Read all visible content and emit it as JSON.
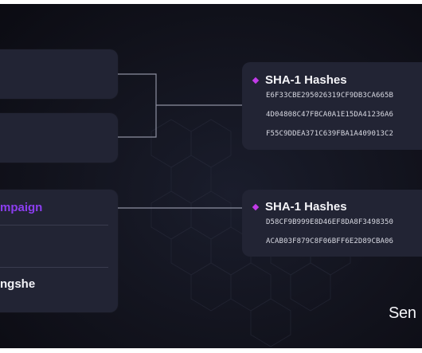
{
  "left_group": {
    "campaign_label": "mpaign",
    "item_label": "ngshe"
  },
  "right_groups": [
    {
      "title": "SHA-1 Hashes",
      "hashes": [
        "E6F33CBE295026319CF9DB3CA665B",
        "4D04808C47FBCA0A1E15DA41236A6",
        "F55C9DDEA371C639FBA1A409013C2"
      ]
    },
    {
      "title": "SHA-1 Hashes",
      "hashes": [
        "D58CF9B999E8D46EF8DA8F3498350",
        "ACAB03F879C8F06BFF6E2D89CBA06"
      ]
    }
  ],
  "brand": "Sen",
  "colors": {
    "background": "#12131d",
    "card": "#222434",
    "accent_purple": "#8c3ef0",
    "diamond": "#c13be8",
    "connector": "#8d8fa0"
  }
}
